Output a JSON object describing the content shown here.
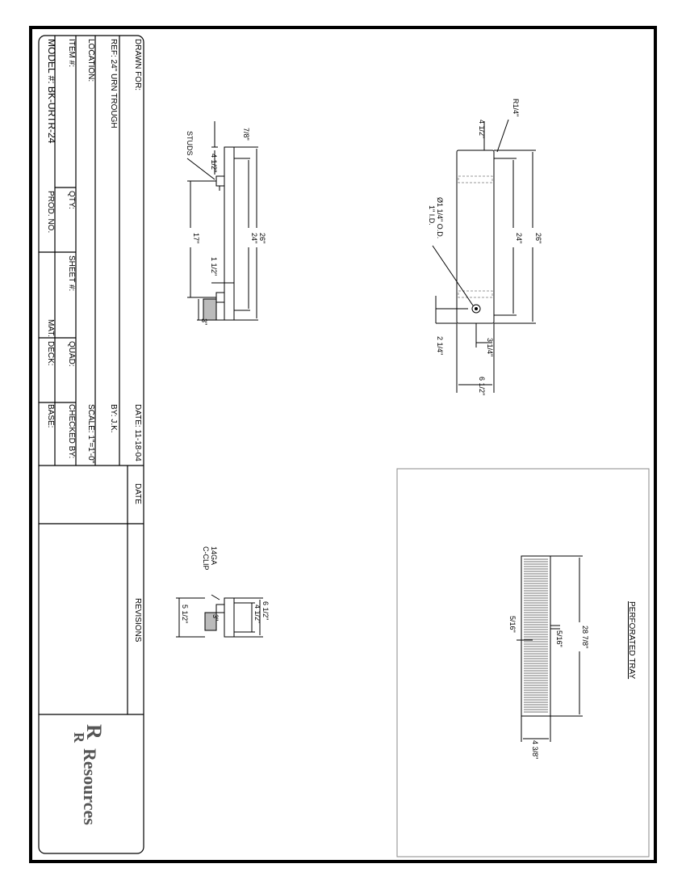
{
  "title_block": {
    "drawn_for": "DRAWN FOR:",
    "ref": "REF: 24\" URN TROUGH",
    "location": "LOCATION:",
    "item": "ITEM #:",
    "model": "MODEL #: BK-URTR-24",
    "qty": "QTY:",
    "prod_no": "PROD. NO.",
    "sheet": "SHEET #:",
    "quad": "QUAD:",
    "mat": "MAT.",
    "deck": "DECK:",
    "date": "DATE:   11-18-04",
    "by": "BY: J.K.",
    "scale": "SCALE: 1\"=1'-0\"",
    "checked_by": "CHECKED BY:",
    "base": "BASE:",
    "rev_date": "DATE",
    "revisions": "REVISIONS"
  },
  "logo": {
    "mark_top": "R",
    "mark_bottom": "R",
    "word": "Resources"
  },
  "side_view": {
    "studs": "STUDS",
    "d_7_8": "7/8\"",
    "d_4_1_2": "4 1/2\"",
    "d_17": "17\"",
    "d_24": "24\"",
    "d_26": "26\"",
    "d_1_1_2": "1 1/2\"",
    "d_3": "3\""
  },
  "top_view": {
    "r14": "R1/4\"",
    "d_4_1_2": "4 1/2\"",
    "hole_1": "Ø1 1/4\" O.D.",
    "hole_2": "1\" I.D.",
    "d_24": "24\"",
    "d_26": "26\"",
    "d_2_1_4": "2 1/4\"",
    "d_3_1_4": "3 1/4\"",
    "d_6_1_2": "6 1/2\""
  },
  "end_view": {
    "clip_1": "14GA",
    "clip_2": "C-CLIP",
    "d_5_1_2": "5 1/2\"",
    "d_3": "3\"",
    "d_4_1_2": "4 1/2\"",
    "d_6_1_2": "6 1/2\""
  },
  "tray": {
    "title": "PERFORATED TRAY",
    "d_28_7_8": "28 7/8\"",
    "d_5_16_a": "5/16\"",
    "d_5_16_b": "5/16\"",
    "d_4_3_8": "4 3/8\""
  }
}
